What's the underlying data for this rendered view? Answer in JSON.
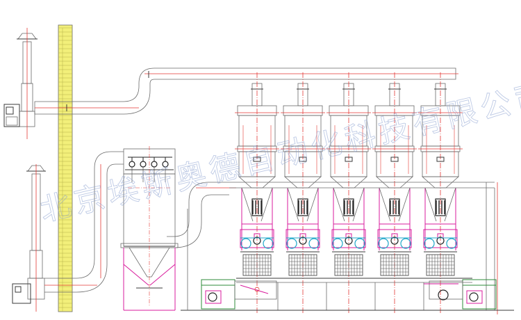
{
  "watermark": {
    "text": "北京埃斯奥德自动化科技有限公司",
    "color": "#8aa0d0"
  },
  "colors": {
    "chimney_brick": "#f2ef7a",
    "process_red": "#e53935",
    "frame_magenta": "#d81b9c",
    "motor_cyan": "#1fa7c9",
    "conveyor_green": "#2e8b3a",
    "outline": "#6a6a6a"
  },
  "diagram": {
    "furnace_units": 5,
    "dust_collector_filters": 4
  }
}
